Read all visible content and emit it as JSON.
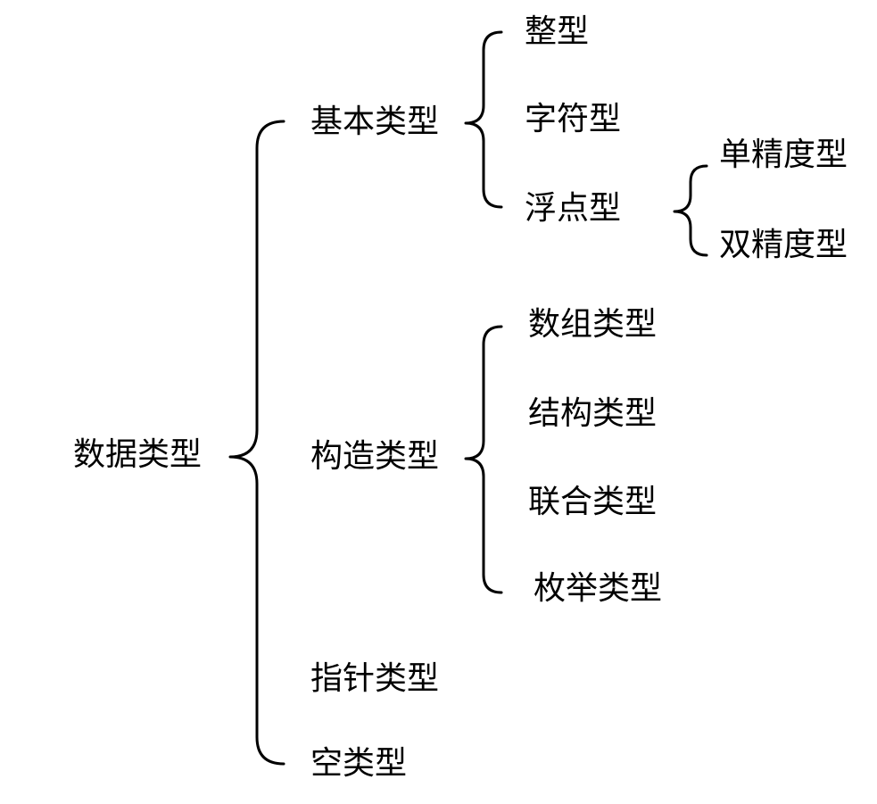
{
  "root": {
    "label": "数据类型",
    "children": [
      {
        "label": "基本类型",
        "children": [
          {
            "label": "整型"
          },
          {
            "label": "字符型"
          },
          {
            "label": "浮点型",
            "children": [
              {
                "label": "单精度型"
              },
              {
                "label": "双精度型"
              }
            ]
          }
        ]
      },
      {
        "label": "构造类型",
        "children": [
          {
            "label": "数组类型"
          },
          {
            "label": "结构类型"
          },
          {
            "label": "联合类型"
          },
          {
            "label": "枚举类型"
          }
        ]
      },
      {
        "label": "指针类型"
      },
      {
        "label": "空类型"
      }
    ]
  }
}
